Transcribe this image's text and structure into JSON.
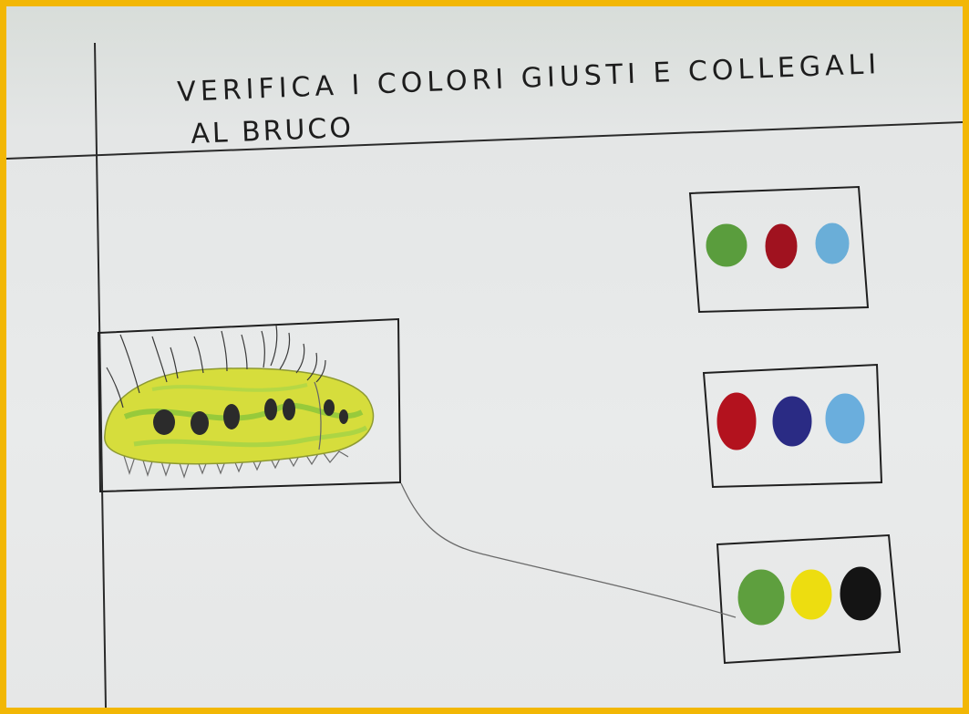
{
  "worksheet": {
    "title_line_1": "VERIFICA I COLORI GIUSTI E COLLEGALI",
    "title_line_2": "AL BRUCO"
  },
  "palettes": [
    {
      "colors": [
        "#5a9d3d",
        "#a0121f",
        "#6aaed8"
      ]
    },
    {
      "colors": [
        "#b3121e",
        "#2a2b84",
        "#6aaedd"
      ]
    },
    {
      "colors": [
        "#5e9f3e",
        "#eddd10",
        "#141414"
      ]
    }
  ],
  "colors": {
    "frame_border": "#f2b705",
    "paper": "#e8eaea",
    "caterpillar_body": "#d6dd3c",
    "caterpillar_shading": "#7cc23a",
    "pen_ink": "#1d1d1d"
  },
  "connection": {
    "from": "caterpillar",
    "to_palette_index": 2
  }
}
